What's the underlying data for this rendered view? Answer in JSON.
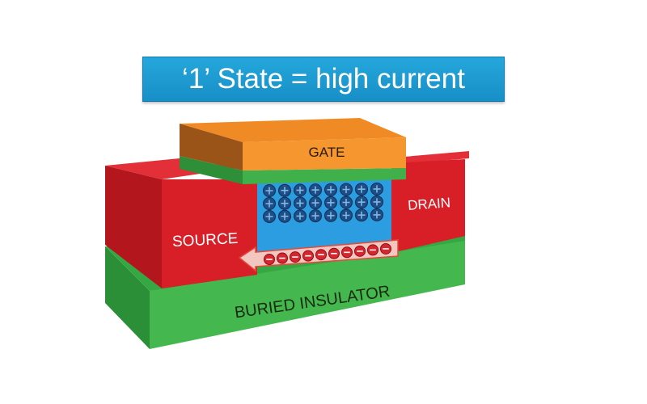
{
  "title": "‘1’ State = high current",
  "labels": {
    "gate": "GATE",
    "source": "SOURCE",
    "drain": "DRAIN",
    "buried_insulator": "BURIED INSULATOR"
  },
  "colors": {
    "banner": "#1a9ad2",
    "gate_top": "#f08a24",
    "gate_side": "#a0561a",
    "red": "#e01e26",
    "red_dark": "#b3161d",
    "green": "#3fb34a",
    "green_dark": "#2e8f38",
    "channel": "#2b9de0",
    "hole": "#1f4e86",
    "electron": "#d8262e"
  },
  "particles": {
    "holes": {
      "rows": 3,
      "cols": 8
    },
    "electrons": {
      "count": 10
    }
  }
}
